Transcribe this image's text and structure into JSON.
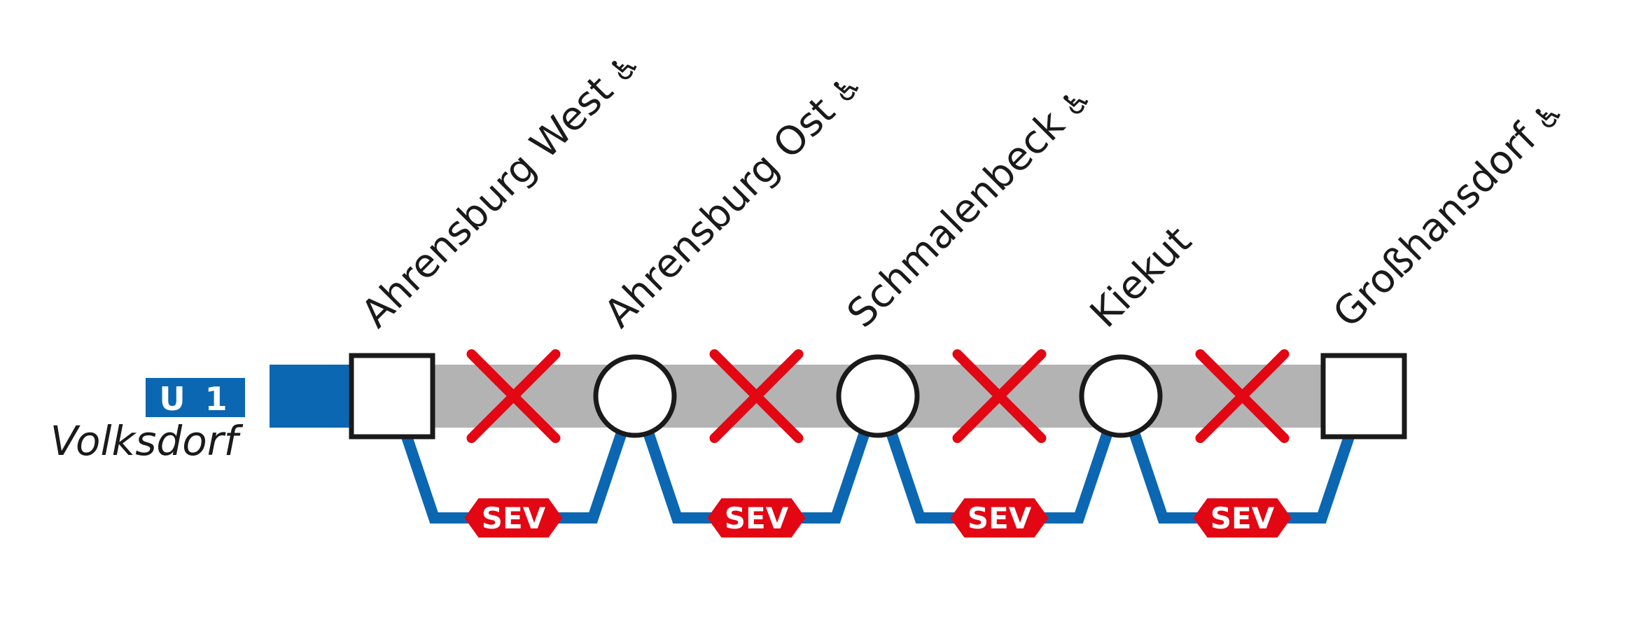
{
  "line": {
    "number": "U 1",
    "destination": "Volksdorf",
    "color": "#0b67b2"
  },
  "colors": {
    "closed_track": "#b3b3b3",
    "closure_cross": "#e30613",
    "sev_badge": "#e30613",
    "sev_route": "#0b67b2",
    "station_outline": "#1a1a1a"
  },
  "stations": [
    {
      "name": "Ahrensburg West",
      "symbol": "square",
      "wheelchair": true,
      "wheelchair_icon": "wheelchair-icon",
      "wheelchair_glyph": "♿"
    },
    {
      "name": "Ahrensburg Ost",
      "symbol": "circle",
      "wheelchair": true,
      "wheelchair_icon": "wheelchair-icon",
      "wheelchair_glyph": "♿"
    },
    {
      "name": "Schmalenbeck",
      "symbol": "circle",
      "wheelchair": true,
      "wheelchair_icon": "wheelchair-icon",
      "wheelchair_glyph": "♿"
    },
    {
      "name": "Kiekut",
      "symbol": "circle",
      "wheelchair": false
    },
    {
      "name": "Großhansdorf",
      "symbol": "square",
      "wheelchair": true,
      "wheelchair_icon": "wheelchair-icon",
      "wheelchair_glyph": "♿"
    }
  ],
  "segments": [
    {
      "closed": true,
      "replacement": "SEV"
    },
    {
      "closed": true,
      "replacement": "SEV"
    },
    {
      "closed": true,
      "replacement": "SEV"
    },
    {
      "closed": true,
      "replacement": "SEV"
    }
  ]
}
